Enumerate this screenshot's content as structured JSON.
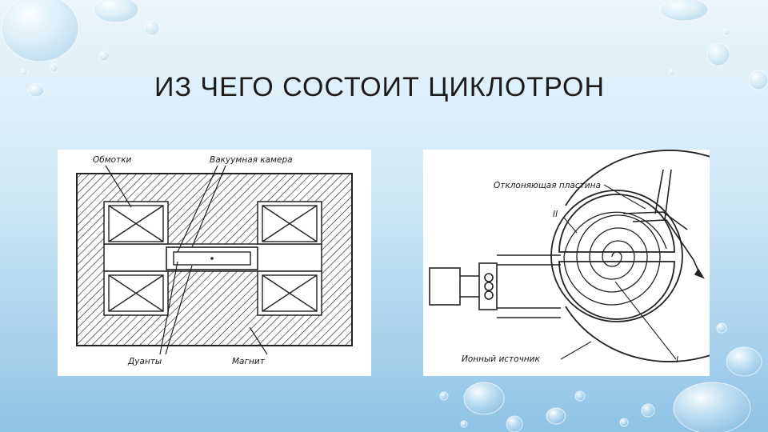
{
  "slide": {
    "title": "ИЗ ЧЕГО СОСТОИТ ЦИКЛОТРОН"
  },
  "left_diagram": {
    "labels": {
      "windings": "Обмотки",
      "vacuum_chamber": "Вакуумная камера",
      "dees": "Дуанты",
      "magnet": "Магнит"
    }
  },
  "right_diagram": {
    "labels": {
      "deflector_plate": "Отклоняющая пластина",
      "dee_two": "II",
      "ion_source": "Ионный источник",
      "dee_one": "I"
    }
  },
  "colors": {
    "title": "#1b1b1b",
    "panel": "#ffffff",
    "ink": "#1a1a1a"
  }
}
